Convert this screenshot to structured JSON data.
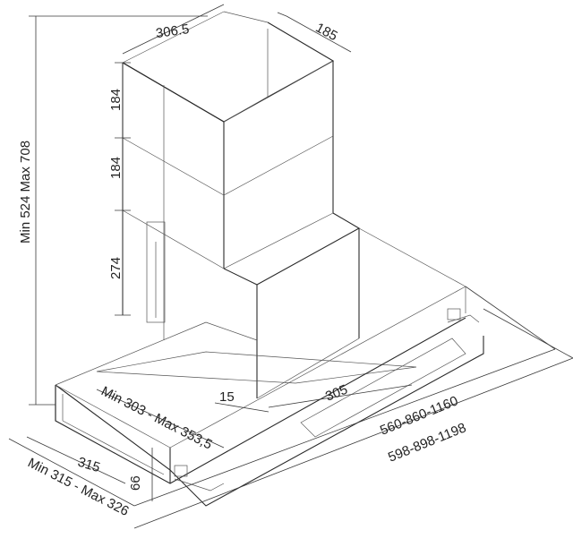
{
  "dimensions": {
    "chimney_width": "306.5",
    "chimney_depth": "185",
    "chimney_section_1": "184",
    "chimney_section_2": "184",
    "chimney_section_3": "274",
    "total_height": "Min 524 Max 708",
    "canopy_depth": "Min 303 - Max 353,5",
    "glass_offset": "15",
    "glass_width": "305",
    "body_width": "560-860-1160",
    "overall_width": "598-898-1198",
    "hood_depth": "315",
    "hood_height": "66",
    "overall_depth": "Min 315 - Max 326"
  }
}
